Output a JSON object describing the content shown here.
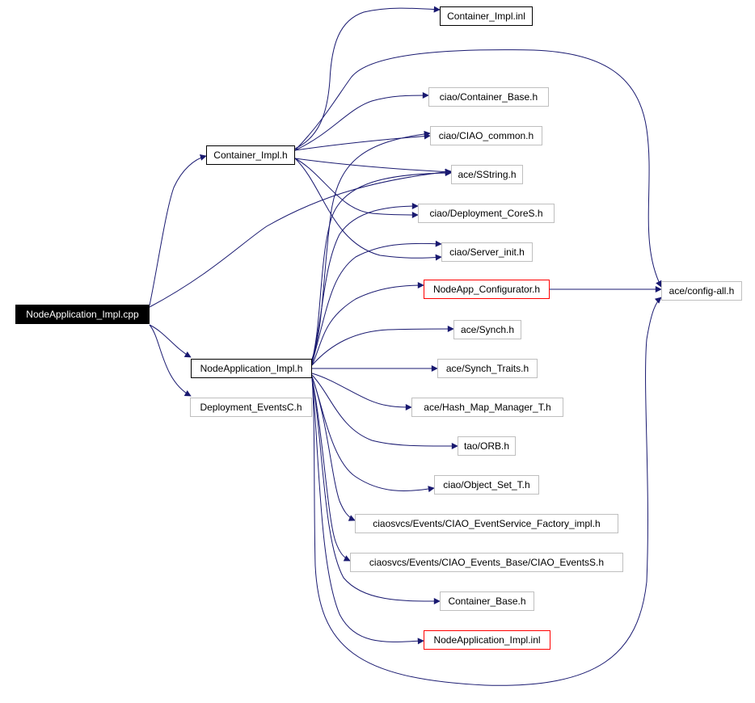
{
  "colors": {
    "edge": "#191970",
    "missing_border": "#bfbfbf",
    "documented_border": "#000000",
    "highlight_border": "#ff0000",
    "root_fill": "#000000"
  },
  "nodes": [
    {
      "id": "root",
      "label": "NodeApplication_Impl.cpp",
      "style": "root"
    },
    {
      "id": "cimpl",
      "label": "Container_Impl.h",
      "style": "black"
    },
    {
      "id": "cinl",
      "label": "Container_Impl.inl",
      "style": "black"
    },
    {
      "id": "cbaseh",
      "label": "ciao/Container_Base.h",
      "style": "grey"
    },
    {
      "id": "common",
      "label": "ciao/CIAO_common.h",
      "style": "grey"
    },
    {
      "id": "sstr",
      "label": "ace/SString.h",
      "style": "grey"
    },
    {
      "id": "deplcs",
      "label": "ciao/Deployment_CoreS.h",
      "style": "grey"
    },
    {
      "id": "srvini",
      "label": "ciao/Server_init.h",
      "style": "grey"
    },
    {
      "id": "ncfg",
      "label": "NodeApp_Configurator.h",
      "style": "red"
    },
    {
      "id": "cfgall",
      "label": "ace/config-all.h",
      "style": "grey"
    },
    {
      "id": "synch",
      "label": "ace/Synch.h",
      "style": "grey"
    },
    {
      "id": "nimpl",
      "label": "NodeApplication_Impl.h",
      "style": "black"
    },
    {
      "id": "synt",
      "label": "ace/Synch_Traits.h",
      "style": "grey"
    },
    {
      "id": "devc",
      "label": "Deployment_EventsC.h",
      "style": "grey"
    },
    {
      "id": "hashm",
      "label": "ace/Hash_Map_Manager_T.h",
      "style": "grey"
    },
    {
      "id": "orb",
      "label": "tao/ORB.h",
      "style": "grey"
    },
    {
      "id": "objset",
      "label": "ciao/Object_Set_T.h",
      "style": "grey"
    },
    {
      "id": "esfact",
      "label": "ciaosvcs/Events/CIAO_EventService_Factory_impl.h",
      "style": "grey"
    },
    {
      "id": "evts",
      "label": "ciaosvcs/Events/CIAO_Events_Base/CIAO_EventsS.h",
      "style": "grey"
    },
    {
      "id": "cbase",
      "label": "Container_Base.h",
      "style": "grey"
    },
    {
      "id": "ninl",
      "label": "NodeApplication_Impl.inl",
      "style": "red"
    }
  ],
  "edges": [
    [
      "root",
      "cimpl"
    ],
    [
      "root",
      "sstr"
    ],
    [
      "root",
      "nimpl"
    ],
    [
      "root",
      "devc"
    ],
    [
      "cimpl",
      "cinl"
    ],
    [
      "cimpl",
      "cbaseh"
    ],
    [
      "cimpl",
      "common"
    ],
    [
      "cimpl",
      "sstr"
    ],
    [
      "cimpl",
      "deplcs"
    ],
    [
      "cimpl",
      "srvini"
    ],
    [
      "cimpl",
      "cfgall"
    ],
    [
      "ncfg",
      "cfgall"
    ],
    [
      "nimpl",
      "common"
    ],
    [
      "nimpl",
      "sstr"
    ],
    [
      "nimpl",
      "deplcs"
    ],
    [
      "nimpl",
      "srvini"
    ],
    [
      "nimpl",
      "ncfg"
    ],
    [
      "nimpl",
      "synch"
    ],
    [
      "nimpl",
      "synt"
    ],
    [
      "nimpl",
      "hashm"
    ],
    [
      "nimpl",
      "orb"
    ],
    [
      "nimpl",
      "objset"
    ],
    [
      "nimpl",
      "esfact"
    ],
    [
      "nimpl",
      "evts"
    ],
    [
      "nimpl",
      "cbase"
    ],
    [
      "nimpl",
      "ninl"
    ],
    [
      "nimpl",
      "cfgall"
    ]
  ]
}
